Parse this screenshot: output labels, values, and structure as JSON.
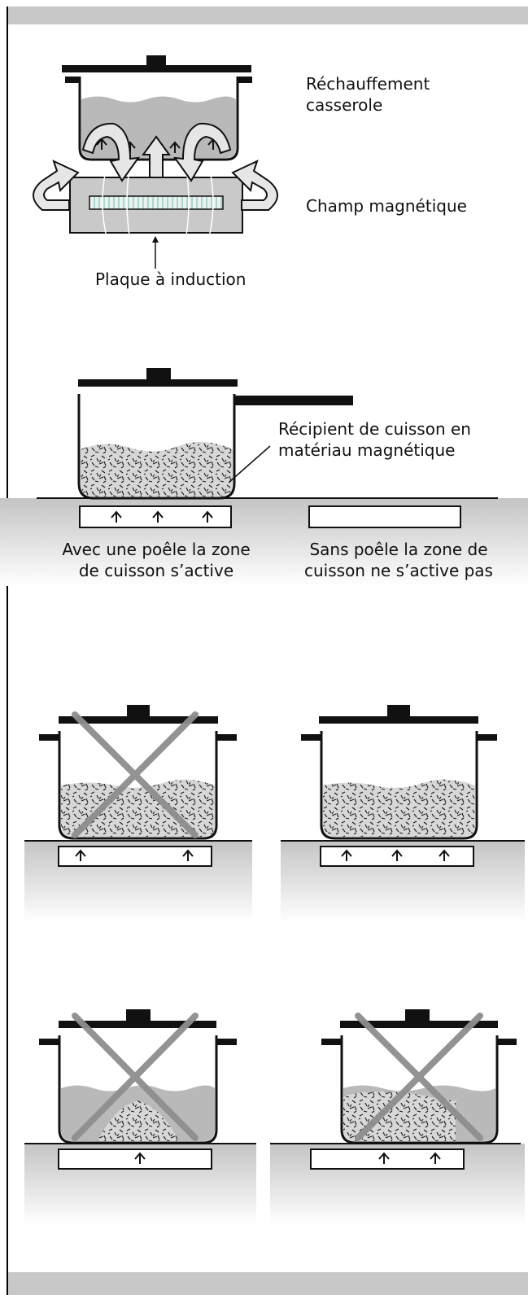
{
  "labels": {
    "heating": "Réchauffement casserole",
    "magnetic_field": "Champ magnétique",
    "induction_plate": "Plaque à induction",
    "magnetic_vessel": "Récipient de cuisson en matériau magnétique",
    "with_pan_line1": "Avec une poêle la zone",
    "with_pan_line2": "de cuisson s’active",
    "without_pan_line1": "Sans poêle la zone de",
    "without_pan_line2": "cuisson ne s’active pas"
  },
  "colors": {
    "ink": "#111111",
    "gray": "#b9b9b9",
    "cross": "#8e8e8e",
    "coil": "#cfe8e4",
    "bar": "#c8c8c8"
  }
}
